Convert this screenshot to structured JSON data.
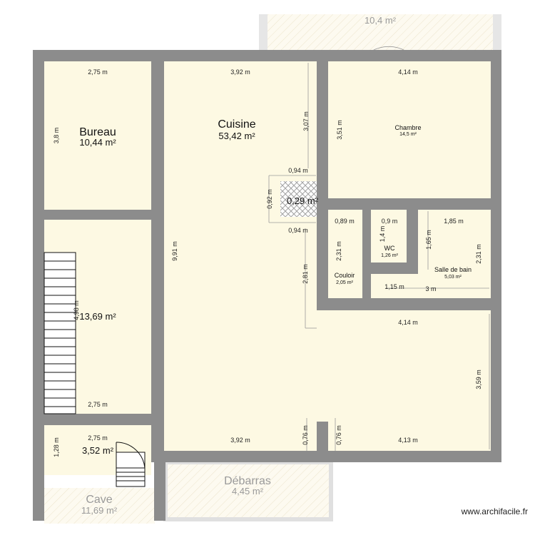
{
  "rooms": {
    "bureau": {
      "name": "Bureau",
      "area": "10,44 m²"
    },
    "cuisine": {
      "name": "Cuisine",
      "area": "53,42 m²"
    },
    "chambre": {
      "name": "Chambre",
      "area": "14,5 m²"
    },
    "wc": {
      "name": "WC",
      "area": "1,26 m²"
    },
    "salle_de_bain": {
      "name": "Salle de bain",
      "area": "5,03 m²"
    },
    "couloir": {
      "name": "Couloir",
      "area": "2,05 m²"
    },
    "placard": {
      "area": "0,29 m²"
    },
    "escalier": {
      "area": "13,69 m²"
    },
    "entree": {
      "area": "3,52 m²"
    },
    "terrasse": {
      "area": "10,4 m²"
    },
    "debarras": {
      "name": "Débarras",
      "area": "4,45 m²"
    },
    "cave": {
      "name": "Cave",
      "area": "11,69 m²"
    }
  },
  "dimensions": {
    "bureau_width": "2,75 m",
    "bureau_height": "3,8 m",
    "cuisine_top_width": "3,92 m",
    "cuisine_height": "9,91 m",
    "cuisine_right_upper": "3,07 m",
    "cuisine_right_lower": "2,81 m",
    "cuisine_bottom_width": "3,92 m",
    "chambre_width": "4,14 m",
    "chambre_height": "3,51 m",
    "placard_top": "0,94 m",
    "placard_bottom": "0,94 m",
    "placard_side": "0,92 m",
    "couloir_width": "0,89 m",
    "couloir_height": "2,31 m",
    "wc_width": "0,9 m",
    "wc_height": "1,4 m",
    "wc_bottom": "1,15 m",
    "sdb_width": "1,85 m",
    "sdb_inner_height": "1,65 m",
    "sdb_height": "2,31 m",
    "sdb_bottom": "3 m",
    "sejour_width": "4,14 m",
    "sejour_height": "3,59 m",
    "sejour_bottom": "4,13 m",
    "door_left": "0,76 m",
    "door_right": "0,76 m",
    "stairs_height": "4,98 m",
    "stairs_width": "2,75 m",
    "entree_width": "2,75 m",
    "entree_height": "1,28 m"
  },
  "watermark": "www.archifacile.fr"
}
